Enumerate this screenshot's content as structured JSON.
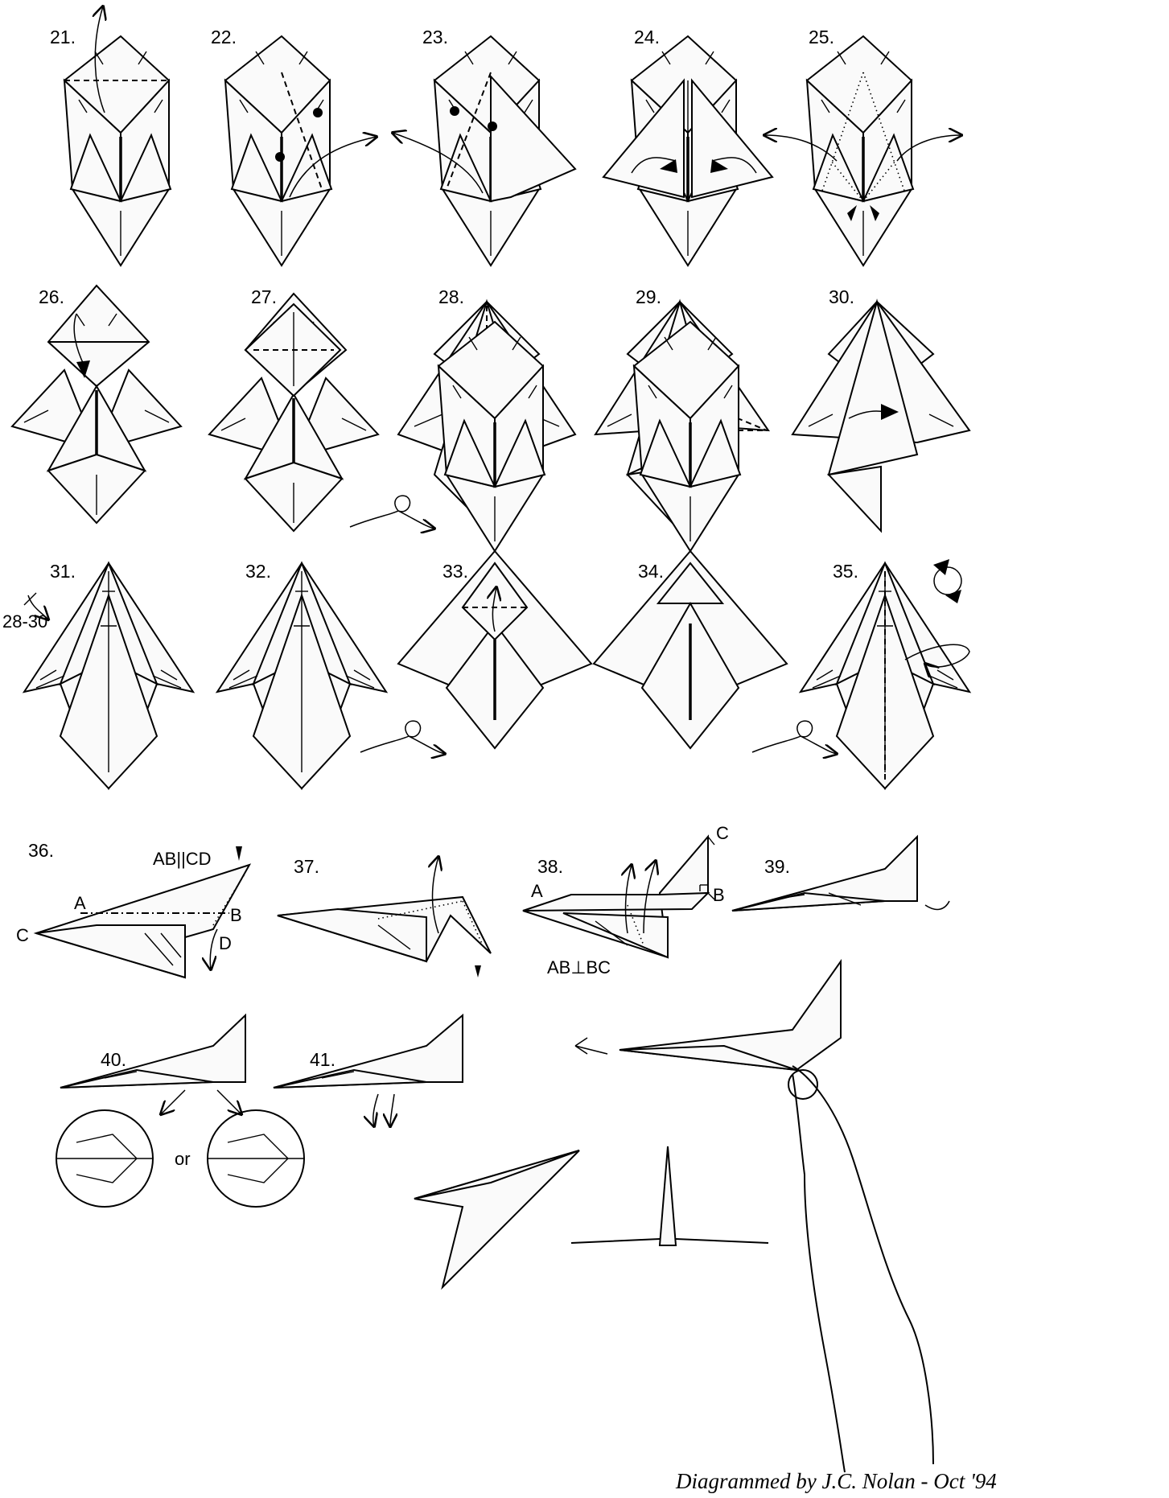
{
  "steps": {
    "s21": "21.",
    "s22": "22.",
    "s23": "23.",
    "s24": "24.",
    "s25": "25.",
    "s26": "26.",
    "s27": "27.",
    "s28": "28.",
    "s29": "29.",
    "s30": "30.",
    "s31": "31.",
    "s32": "32.",
    "s33": "33.",
    "s34": "34.",
    "s35": "35.",
    "s36": "36.",
    "s37": "37.",
    "s38": "38.",
    "s39": "39.",
    "s40": "40.",
    "s41": "41."
  },
  "notes": {
    "repeat": "28-30",
    "parallel": "AB||CD",
    "perpendicular": "AB⊥BC",
    "or": "or"
  },
  "points": {
    "a": "A",
    "b": "B",
    "c": "C",
    "d": "D"
  },
  "credit": "Diagrammed by J.C. Nolan - Oct '94"
}
